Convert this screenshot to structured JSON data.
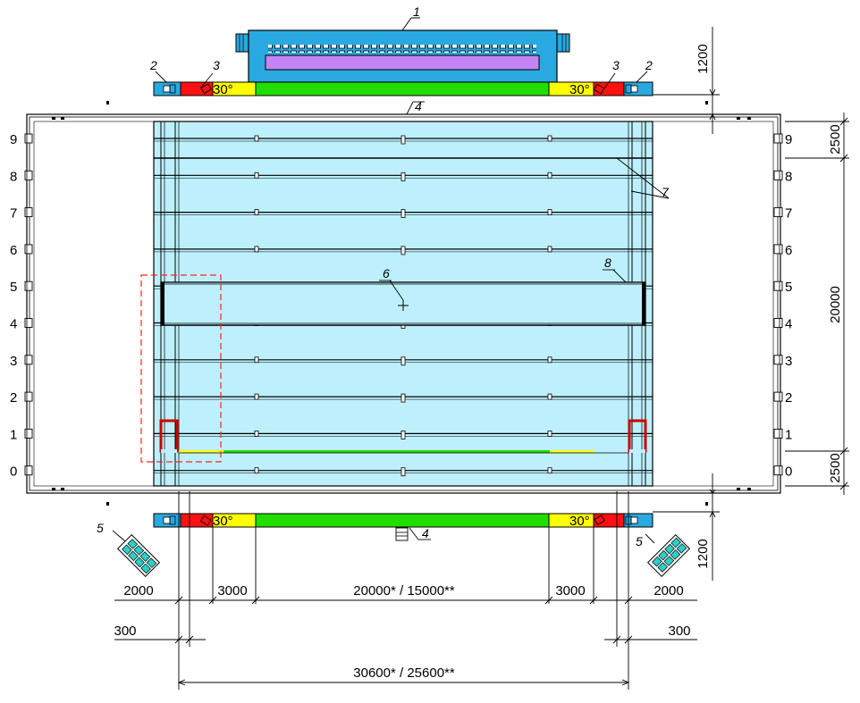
{
  "colors": {
    "water": "#bdf0fc",
    "blue": "#29a9e0",
    "green": "#22dd00",
    "yellow": "#ffff00",
    "red": "#ff1111",
    "purple": "#c484f4",
    "teal": "#2ad0c8",
    "dashed": "#ff2222",
    "line": "#000000"
  },
  "callouts": {
    "c1": "1",
    "c2_left": "2",
    "c3_left": "3",
    "c3_right": "3",
    "c2_right": "2",
    "c4_top": "4",
    "c4_bottom": "4",
    "c5_left": "5",
    "c5_right": "5",
    "c6": "6",
    "c7": "7",
    "c8": "8"
  },
  "angles": {
    "top_left": "30°",
    "top_right": "30°",
    "bottom_left": "30°",
    "bottom_right": "30°"
  },
  "lane_numbers": [
    "9",
    "8",
    "7",
    "6",
    "5",
    "4",
    "3",
    "2",
    "1",
    "0"
  ],
  "dimensions": {
    "right_top_vertical": "1200",
    "right_bottom_vertical": "1200",
    "right_segment_top": "2500",
    "right_segment_middle": "20000",
    "right_segment_bottom": "2500",
    "bottom_left_2000": "2000",
    "bottom_left_3000": "3000",
    "bottom_center": "20000* / 15000**",
    "bottom_right_3000": "3000",
    "bottom_right_2000": "2000",
    "left_300": "300",
    "right_300": "300",
    "overall": "30600* / 25600**"
  },
  "icons": {
    "gallery": "spectator-gallery-icon",
    "starting_block": "starting-block-icon",
    "camera": "camera-icon",
    "ladder": "ladder-icon"
  }
}
